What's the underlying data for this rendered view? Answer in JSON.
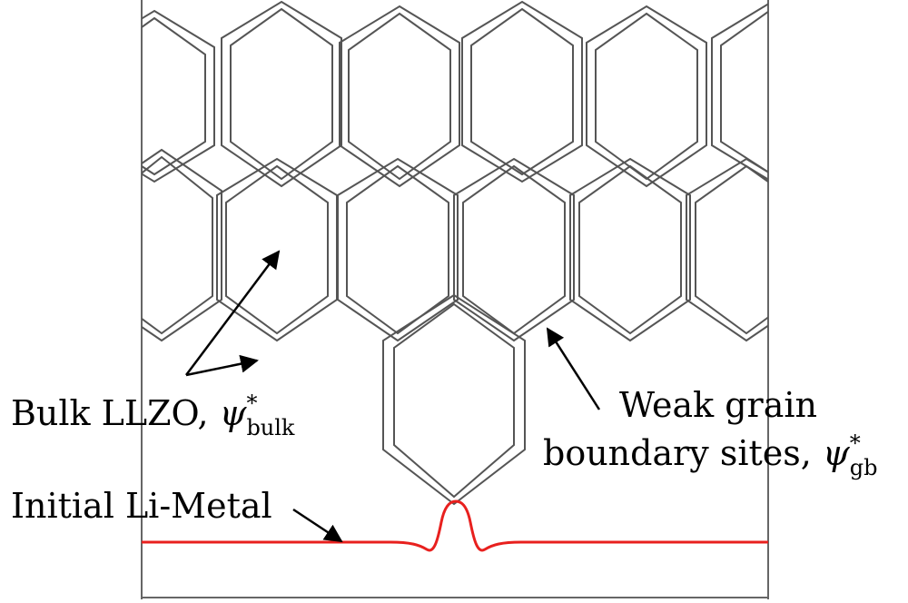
{
  "labels": {
    "bulk": {
      "text": "Bulk LLZO, ",
      "symbol": "ψ",
      "sup": "*",
      "sub": "bulk"
    },
    "gb_line1": "Weak grain",
    "gb_line2_text": "boundary sites, ",
    "gb_symbol": "ψ",
    "gb_sup": "*",
    "gb_sub": "gb",
    "li_metal": "Initial Li-Metal"
  },
  "colors": {
    "grain_boundary": "#555555",
    "li_metal_curve": "#e8201e",
    "frame": "#666666",
    "arrow": "#000000"
  }
}
